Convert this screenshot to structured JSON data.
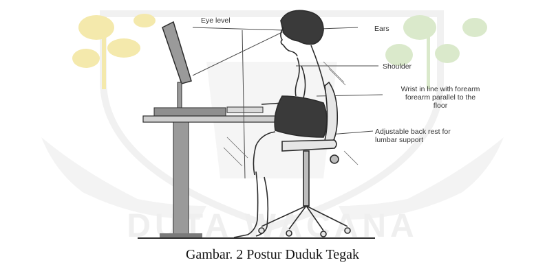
{
  "labels": {
    "eye_level": "Eye level",
    "ears": "Ears",
    "shoulder": "Shoulder",
    "wrist_line1": "Wrist in line with forearm",
    "wrist_line2": "forearm parallel to the",
    "wrist_line3": "floor",
    "backrest_line1": "Adjustable back rest for",
    "backrest_line2": "lumbar support"
  },
  "caption": "Gambar. 2 Postur Duduk Tegak",
  "watermark": "DUTA WACANA",
  "colors": {
    "watermark_yellow": "#f3e7a4",
    "watermark_green": "#d6e7c6",
    "watermark_gray": "#eeeeee",
    "sketch_line": "#2b2b2b",
    "desk_gray": "#8f8f8f"
  }
}
